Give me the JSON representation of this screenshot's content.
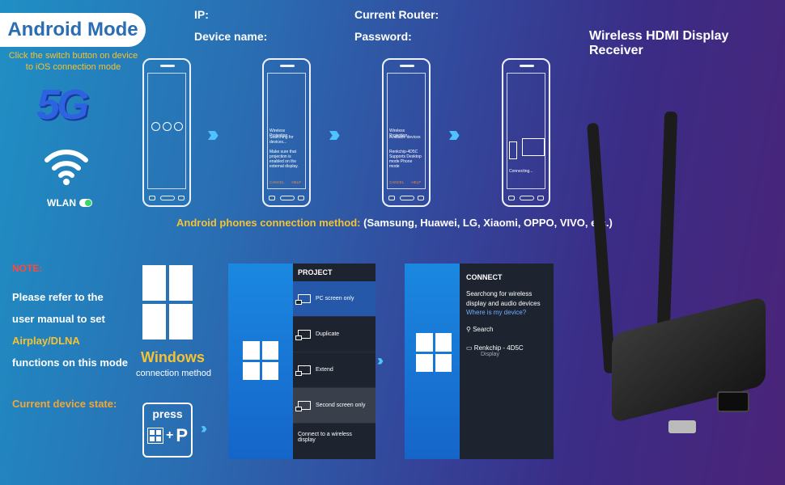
{
  "header": {
    "mode": "Android Mode",
    "hint": "Click the switch button on device to iOS connection mode",
    "five_g": "5G",
    "wlan": "WLAN",
    "ip_label": "IP:",
    "device_name_label": "Device name:",
    "router_label": "Current Router:",
    "password_label": "Password:",
    "product_title": "Wireless HDMI Display Receiver"
  },
  "phones": [
    {
      "lines": []
    },
    {
      "title": "Wireless Projection",
      "sub": "Searching for devices...",
      "body": "Make sure that projection is enabled on the external display.",
      "cancel": "CANCEL",
      "help": "HELP"
    },
    {
      "title": "Wireless Projection",
      "sub": "Available devices",
      "body": "Renkchip-4D5C Supports Desktop mode Phone mode",
      "cancel": "CANCEL",
      "help": "HELP"
    },
    {
      "connecting": "Connecting..."
    }
  ],
  "android_method": {
    "label": "Android phones connection method:",
    "brands": "(Samsung,  Huawei, LG, Xiaomi, OPPO, VIVO, etc.)"
  },
  "note": {
    "head": "NOTE:",
    "line1": "Please refer to the",
    "line2": "user manual to set",
    "line3": "Airplay/DLNA",
    "line4": "functions on this mode"
  },
  "state_label": "Current device state:",
  "windows": {
    "label": "Windows",
    "sub": "connection method",
    "press": "press",
    "key_p": "P",
    "plus": "+"
  },
  "project_panel": {
    "title": "PROJECT",
    "items": [
      "PC screen only",
      "Duplicate",
      "Extend",
      "Second screen only"
    ],
    "footer": "Connect to a wireless display"
  },
  "connect_panel": {
    "title": "CONNECT",
    "text": "Searchong for wireless display and audio devices",
    "link": "Where is my device?",
    "search": "Search",
    "device": "Renkchip - 4D5C",
    "device_sub": "Display"
  },
  "colors": {
    "accent_yellow": "#f4c233",
    "note_red": "#ff4a3a",
    "win_blue": "#1b88e0"
  }
}
